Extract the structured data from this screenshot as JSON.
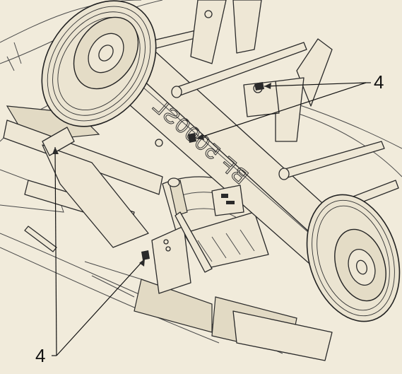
{
  "callouts": [
    {
      "label": "4"
    },
    {
      "label": "4"
    }
  ],
  "frame_decal": "BF 5000SL"
}
